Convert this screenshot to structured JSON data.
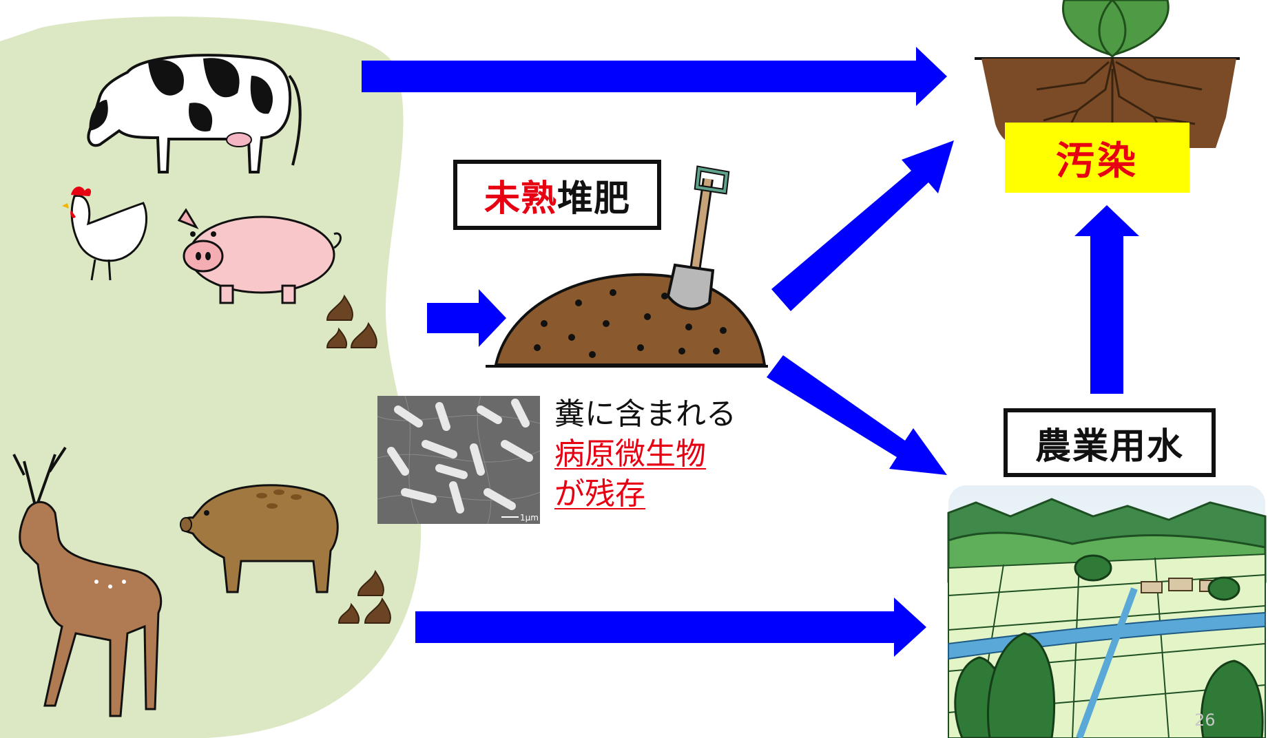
{
  "compost_label": {
    "part1": "未熟",
    "part2": "堆肥"
  },
  "pollution_label": "汚染",
  "water_label": "農業用水",
  "caption": {
    "line1": "糞に含まれる",
    "line2": "病原微生物",
    "line3": "が残存"
  },
  "micro_scale": "1μm",
  "page_number": "26",
  "colors": {
    "arrow": "#0000ff",
    "highlight": "#ffff00",
    "accent_red": "#e60012",
    "animal_bg": "#dce8c4",
    "soil": "#8a5a2e"
  },
  "icons": [
    "cow-icon",
    "chicken-icon",
    "pig-icon",
    "deer-icon",
    "boar-icon",
    "dung-icon",
    "compost-pile-icon",
    "shovel-icon",
    "plant-icon",
    "landscape-icon"
  ]
}
